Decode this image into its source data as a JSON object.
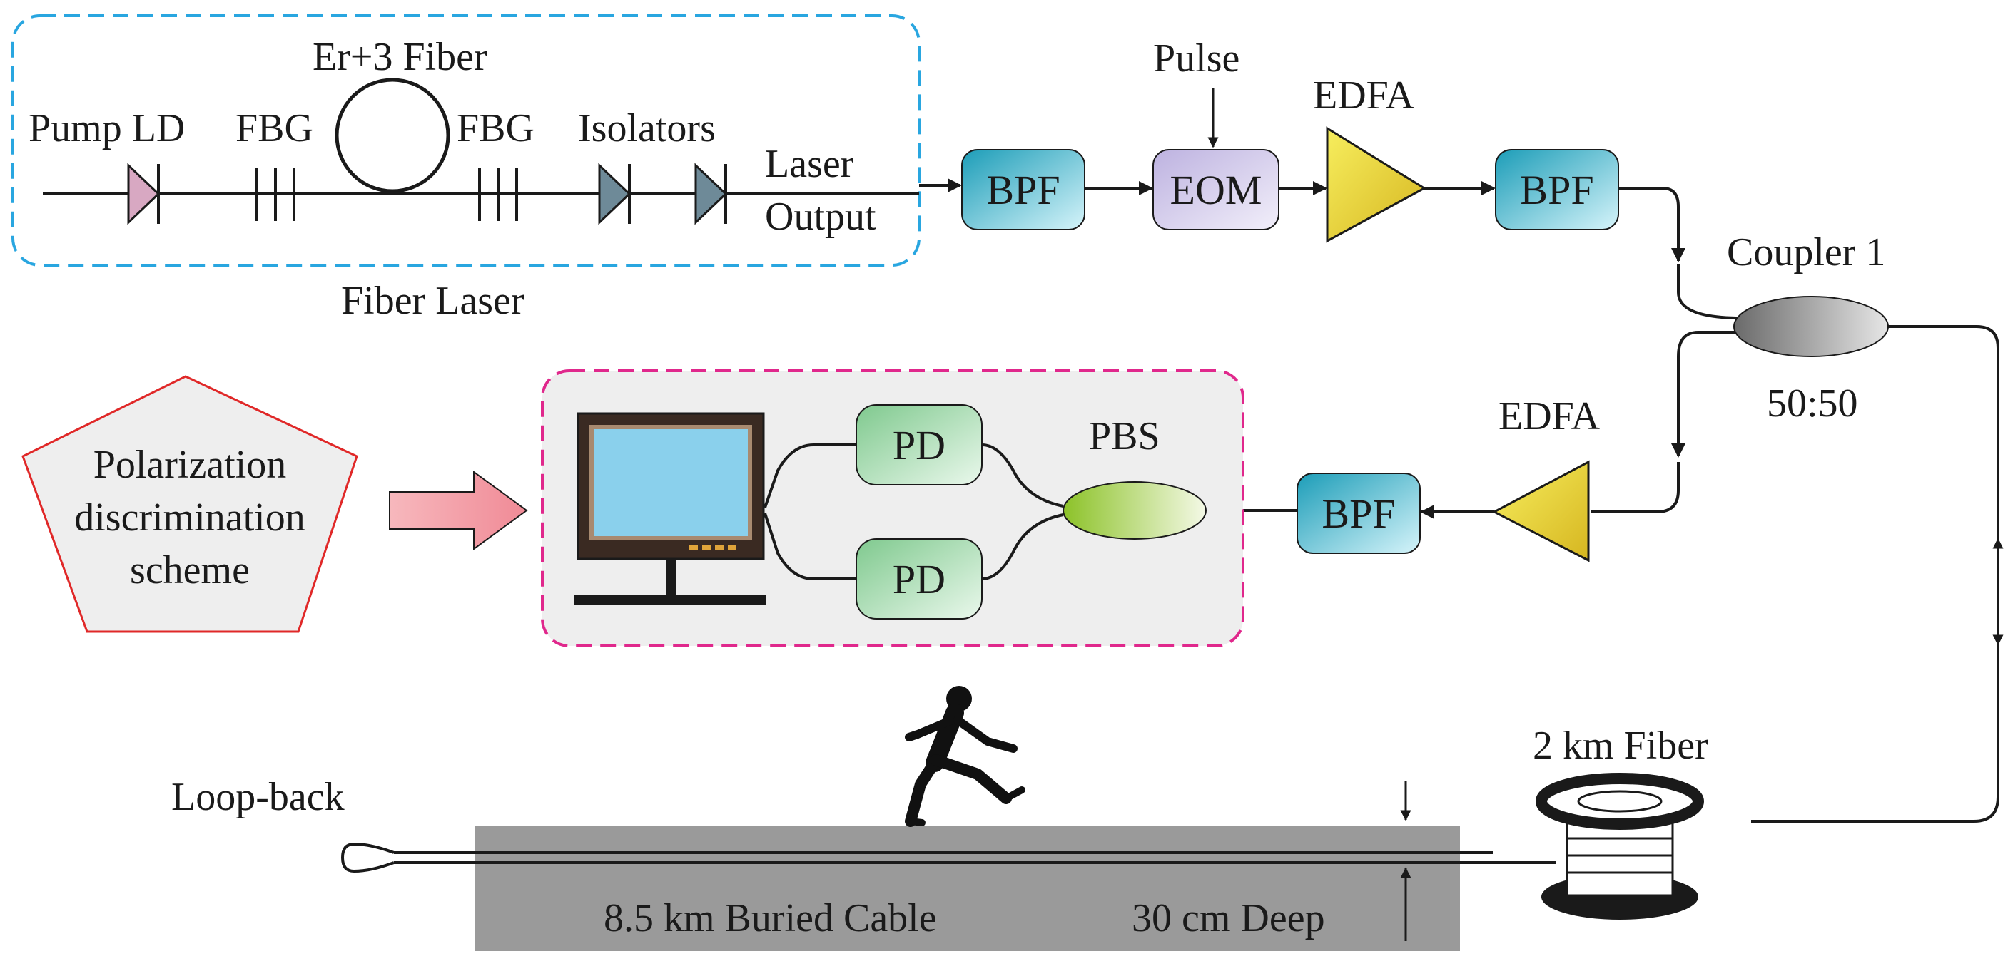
{
  "fiber_laser": {
    "title": "Fiber Laser",
    "pump_ld": "Pump LD",
    "fbg_left": "FBG",
    "er_fiber": "Er+3 Fiber",
    "fbg_right": "FBG",
    "isolators": "Isolators",
    "laser_output_1": "Laser",
    "laser_output_2": "Output"
  },
  "chain": {
    "bpf1": "BPF",
    "pulse": "Pulse",
    "eom": "EOM",
    "edfa1": "EDFA",
    "bpf2": "BPF",
    "coupler": "Coupler 1",
    "coupler_ratio": "50:50"
  },
  "receiver": {
    "edfa2": "EDFA",
    "bpf3": "BPF",
    "pbs": "PBS",
    "pd1": "PD",
    "pd2": "PD"
  },
  "scheme": {
    "line1": "Polarization",
    "line2": "discrimination",
    "line3": "scheme"
  },
  "field": {
    "loop_back": "Loop-back",
    "fiber_spool": "2 km Fiber",
    "buried_cable": "8.5 km Buried Cable",
    "depth": "30 cm Deep"
  },
  "colors": {
    "laser_border": "#29a6e0",
    "receiver_border": "#e0288c",
    "scheme_border": "#e02828",
    "bpf": "#2fb4cc",
    "eom": "#cdc4e8",
    "edfa": "#f2e64a",
    "pd": "#9fd6a8",
    "pbs": "#a8d24a",
    "cable": "#9a9a9a",
    "arrow_pink": "#f4a8b0"
  }
}
